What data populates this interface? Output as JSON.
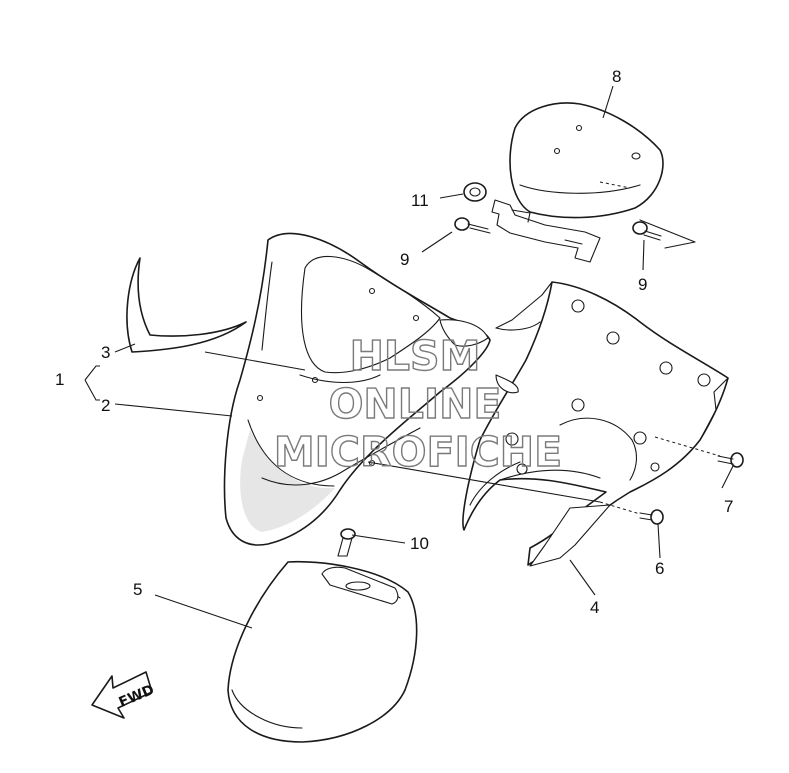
{
  "diagram": {
    "callouts": [
      {
        "id": "1",
        "label": "1"
      },
      {
        "id": "2",
        "label": "2"
      },
      {
        "id": "3",
        "label": "3"
      },
      {
        "id": "4",
        "label": "4"
      },
      {
        "id": "5",
        "label": "5"
      },
      {
        "id": "6",
        "label": "6"
      },
      {
        "id": "7",
        "label": "7"
      },
      {
        "id": "8",
        "label": "8"
      },
      {
        "id": "9a",
        "label": "9"
      },
      {
        "id": "9b",
        "label": "9"
      },
      {
        "id": "10",
        "label": "10"
      },
      {
        "id": "11",
        "label": "11"
      }
    ],
    "watermark": {
      "line1": "HLSM",
      "line2": "ONLINE",
      "line3": "MICROFICHE",
      "color": "#7a7a7a"
    },
    "direction_arrow": {
      "label": "FWD"
    }
  }
}
